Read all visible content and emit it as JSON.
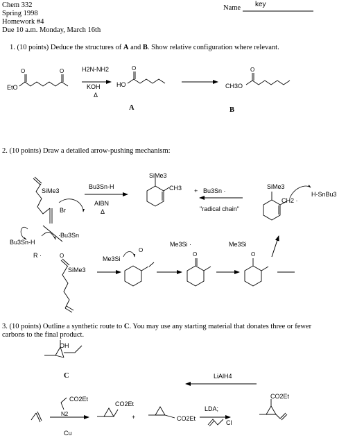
{
  "header": {
    "course": "Chem 332",
    "term": "Spring 1998",
    "assignment": "Homework #4",
    "due": "Due 10 a.m. Monday, March 16th",
    "name_label": "Name",
    "name_value": "key"
  },
  "q1": {
    "prompt_prefix": "1.  (10 points) Deduce the structures of ",
    "A": "A",
    "and": " and ",
    "B": "B",
    "prompt_suffix": ".  Show relative configuration where relevant.",
    "reagent_top": "H2N-NH2",
    "reagent_mid": "KOH",
    "reagent_bot": "Δ",
    "label_A": "A",
    "label_B": "B",
    "EtO": "EtO",
    "HO": "HO",
    "CH3O": "CH3O",
    "O": "O"
  },
  "q2": {
    "prompt": "2.  (10 points) Draw a detailed arrow-pushing mechanism:",
    "SiMe3": "SiMe3",
    "Br": "Br",
    "reagent1": "Bu3Sn-H",
    "reagent2": "AIBN",
    "reagent3": "Δ",
    "CH3": "CH3",
    "plus": "+",
    "Bu3Sn_dot": "Bu3Sn ·",
    "radical_chain": "\"radical chain\"",
    "H_SnBu3": "H-SnBu3",
    "CH2_dot": "CH2 ·",
    "Bu3SnH": "Bu3Sn-H",
    "R_dot": "R ·",
    "Bu3Sn_rad": "·Bu3Sn",
    "Me3Si": "Me3Si",
    "Me3Si_dot": "Me3Si ·",
    "O": "O"
  },
  "q3": {
    "prompt_l1_prefix": "3.  (10 points)  Outline a synthetic route to ",
    "C": "C",
    "prompt_l1_suffix": ".  You may use any starting material that donates three or fewer",
    "prompt_l2": "carbons to the final product.",
    "OH": "OH",
    "label_C": "C",
    "LiAlH4": "LiAlH4",
    "CO2Et": "CO2Et",
    "N2": "N2",
    "Cu": "Cu",
    "plus": "+",
    "LDA": "LDA;",
    "Cl": "Cl"
  }
}
